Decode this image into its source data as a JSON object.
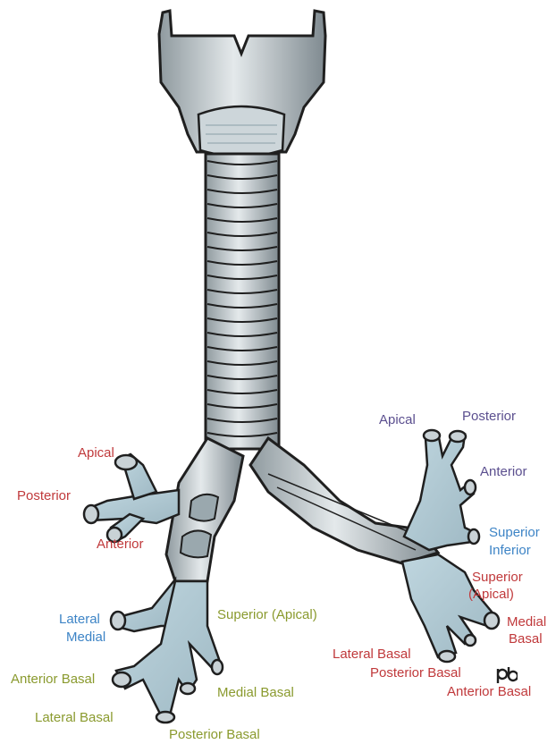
{
  "right_lung": {
    "upper_lobe": {
      "apical": "Apical",
      "posterior": "Posterior",
      "anterior": "Anterior"
    },
    "middle_lobe": {
      "lateral": "Lateral",
      "medial": "Medial"
    },
    "lower_lobe": {
      "superior": "Superior (Apical)",
      "medial_basal": "Medial Basal",
      "anterior_basal": "Anterior Basal",
      "lateral_basal": "Lateral Basal",
      "posterior_basal": "Posterior Basal"
    }
  },
  "left_lung": {
    "upper_lobe": {
      "apical": "Apical",
      "posterior": "Posterior",
      "anterior": "Anterior"
    },
    "lingula": {
      "superior": "Superior",
      "inferior": "Inferior"
    },
    "lower_lobe": {
      "superior": "Superior",
      "superior_paren": "(Apical)",
      "medial": "Medial",
      "medial_basal_2": "Basal",
      "lateral_basal": "Lateral Basal",
      "posterior_basal": "Posterior Basal",
      "anterior_basal": "Anterior Basal"
    }
  },
  "colors": {
    "upper_right": "#c0393b",
    "upper_left": "#5b4f8f",
    "middle_lingula": "#3d84c6",
    "lower_right": "#8a9a2e",
    "lower_left": "#c0393b",
    "airway_fill": "#c9d2d6",
    "airway_outline": "#1f1f1f"
  },
  "icons": {
    "logo": "pb-logo"
  }
}
